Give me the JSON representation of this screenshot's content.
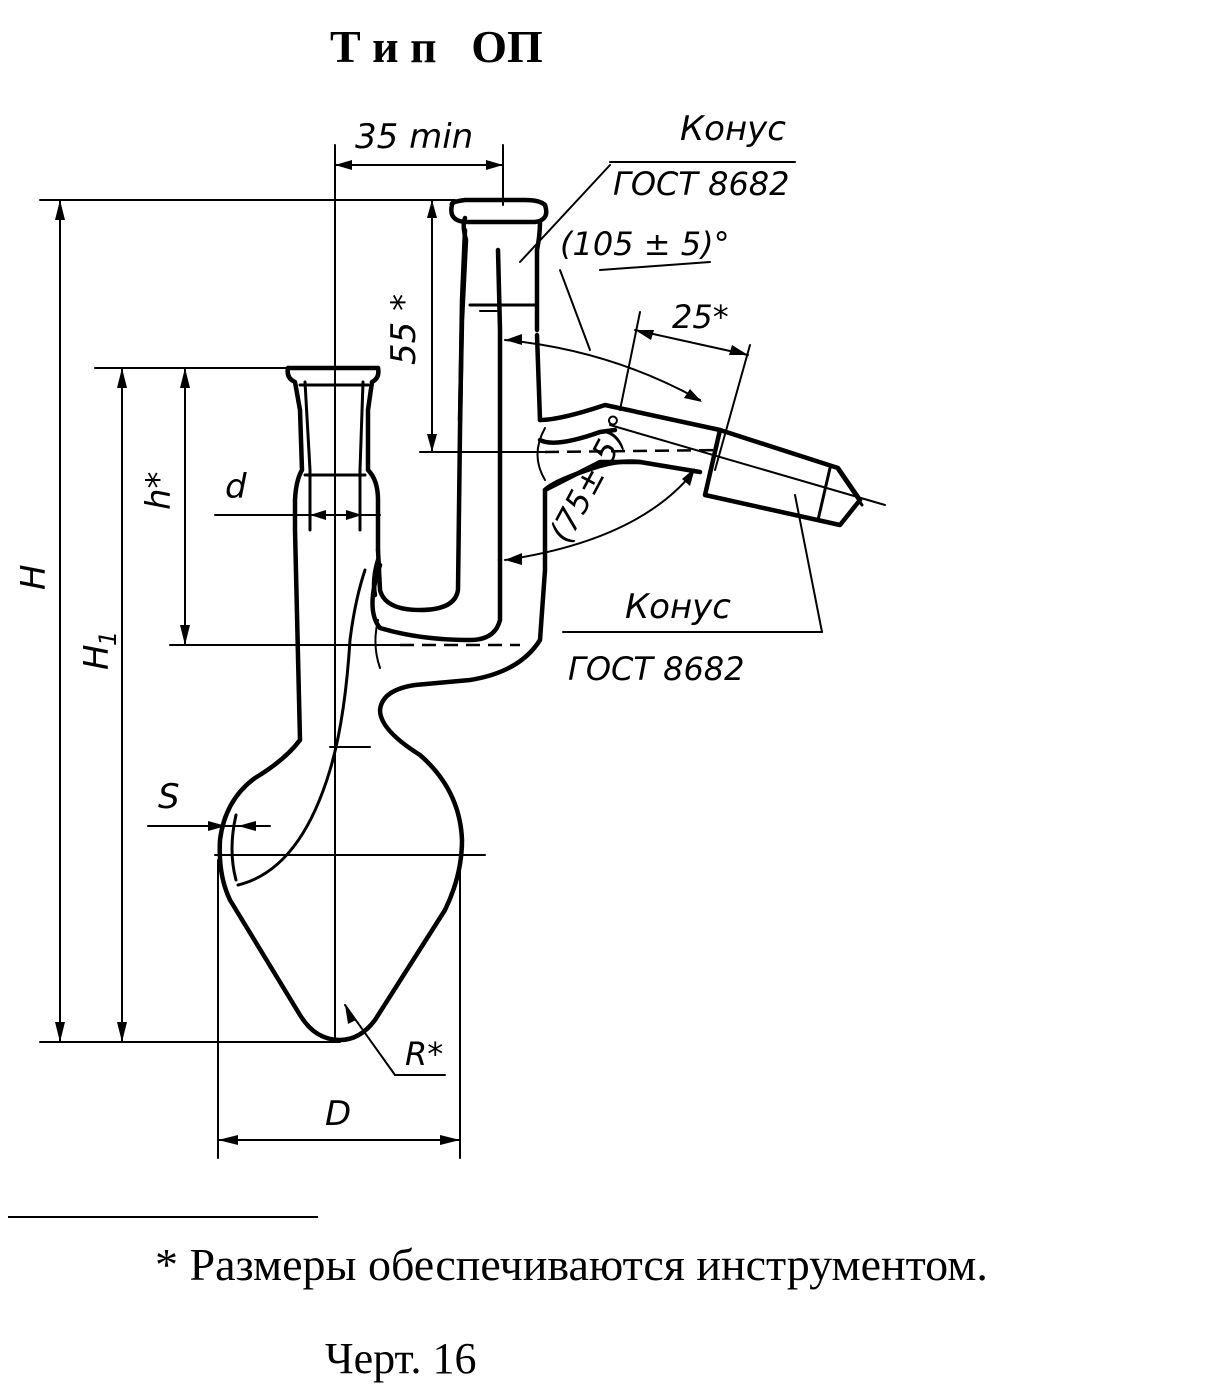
{
  "title": "Т и п   ОП",
  "dimensions": {
    "width_min": "35 min",
    "top_tube_len": "55 *",
    "side_tube_len": "25*",
    "angle_upper": "(105 ± 5)°",
    "angle_lower": "(75± 5)°",
    "neck_height": "h*",
    "neck_diam": "d",
    "total_height": "H",
    "height1": "H",
    "height1_sub": "1",
    "wall": "S",
    "radius": "R*",
    "diameter": "D"
  },
  "labels": {
    "cone_top_word": "Конус",
    "cone_top_std": "ГОСТ 8682",
    "cone_bottom_word": "Конус",
    "cone_bottom_std": "ГОСТ 8682"
  },
  "footnote": "* Размеры обеспечиваются инструментом.",
  "caption": "Черт. 16"
}
